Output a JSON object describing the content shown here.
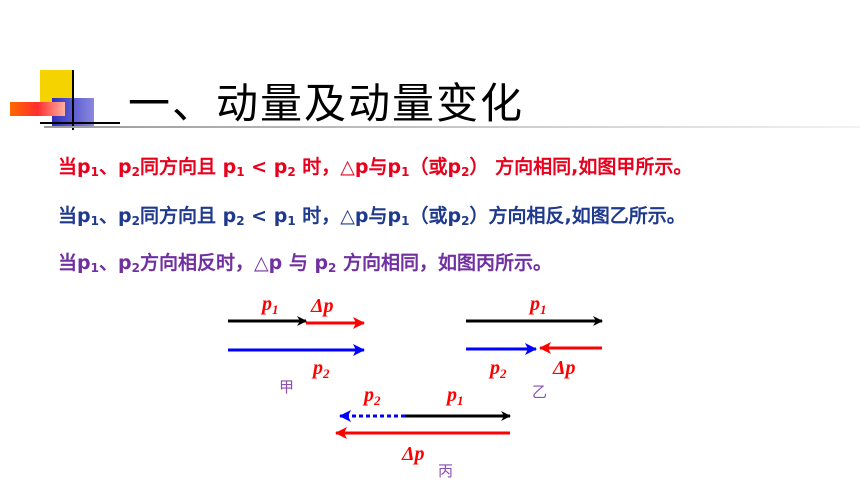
{
  "title": "一、动量及动量变化",
  "lines": [
    {
      "color": "#e8001c",
      "parts": [
        "当",
        "p",
        "1",
        "、",
        "p",
        "2",
        "同方向且 ",
        "p",
        "1",
        " < ",
        "p",
        "2",
        " 时，△",
        "p",
        "与",
        "p",
        "1",
        "（或",
        "p",
        "2",
        "） 方向相同,如图甲所示。"
      ]
    },
    {
      "color": "#1f3a8c",
      "parts": [
        "当",
        "p",
        "1",
        "、",
        "p",
        "2",
        "同方向且 ",
        "p",
        "2",
        " < ",
        "p",
        "1",
        " 时，△",
        "p",
        "与",
        "p",
        "1",
        "（或",
        "p",
        "2",
        "）方向相反,如图乙所示。"
      ]
    },
    {
      "color": "#7030a0",
      "parts": [
        "当",
        "p",
        "1",
        "、",
        "p",
        "2",
        "方向相反时，△",
        "p",
        " 与 ",
        "p",
        "2",
        " 方向相同，如图丙所示。"
      ]
    }
  ],
  "diagram": {
    "colors": {
      "p1": "#000000",
      "dp": "#ff0000",
      "p2": "#0000ff",
      "caption": "#8a4fb0"
    },
    "labels": {
      "p": "p",
      "delta_p": "Δp",
      "sub1": "1",
      "sub2": "2"
    },
    "captions": {
      "jia": "甲",
      "yi": "乙",
      "bing": "丙"
    }
  }
}
